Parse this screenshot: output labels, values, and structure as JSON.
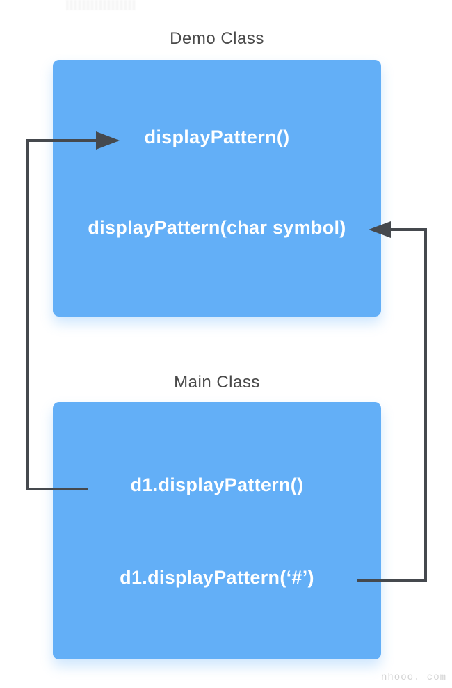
{
  "colors": {
    "background": "#ffffff",
    "box_fill": "#63aff7",
    "arrow": "#45494e",
    "title_text": "#4a4a4a",
    "method_text": "#ffffff",
    "watermark_text": "#d3d3d3"
  },
  "demo_class": {
    "title": "Demo Class",
    "methods": [
      {
        "label": "displayPattern()"
      },
      {
        "label": "displayPattern(char symbol)"
      }
    ]
  },
  "main_class": {
    "title": "Main Class",
    "calls": [
      {
        "label": "d1.displayPattern()"
      },
      {
        "label": "d1.displayPattern(‘#’)"
      }
    ]
  },
  "arrows": [
    {
      "from": "d1.displayPattern()",
      "to": "displayPattern()"
    },
    {
      "from": "d1.displayPattern(‘#’)",
      "to": "displayPattern(char symbol)"
    }
  ],
  "watermark": "nhooo. com"
}
